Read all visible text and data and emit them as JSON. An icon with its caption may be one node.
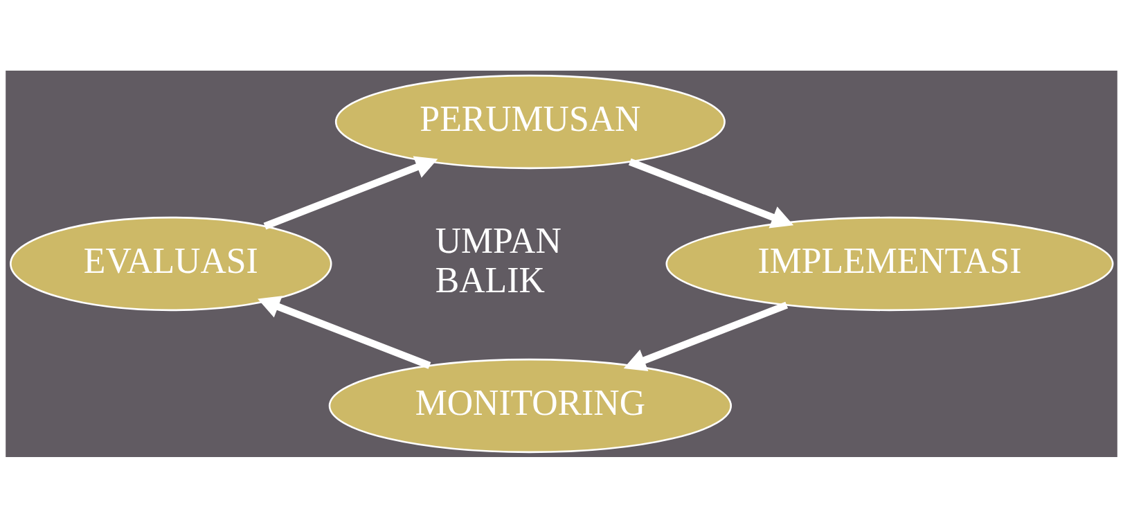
{
  "diagram": {
    "nodes": [
      {
        "text": [
          "PERUMUSAN"
        ]
      },
      {
        "text": [
          "IMPLEMENTASI"
        ]
      },
      {
        "text": [
          "MONITORING"
        ]
      },
      {
        "text": [
          "EVALUASI"
        ]
      }
    ],
    "edges": [
      {
        "from": 0,
        "to": 1,
        "arrow": "to"
      },
      {
        "from": 1,
        "to": 2,
        "arrow": "to"
      },
      {
        "from": 2,
        "to": 3,
        "arrow": "to"
      },
      {
        "from": 3,
        "to": 0,
        "arrow": "to"
      }
    ],
    "labels": [
      "UMPAN BALIK"
    ]
  }
}
